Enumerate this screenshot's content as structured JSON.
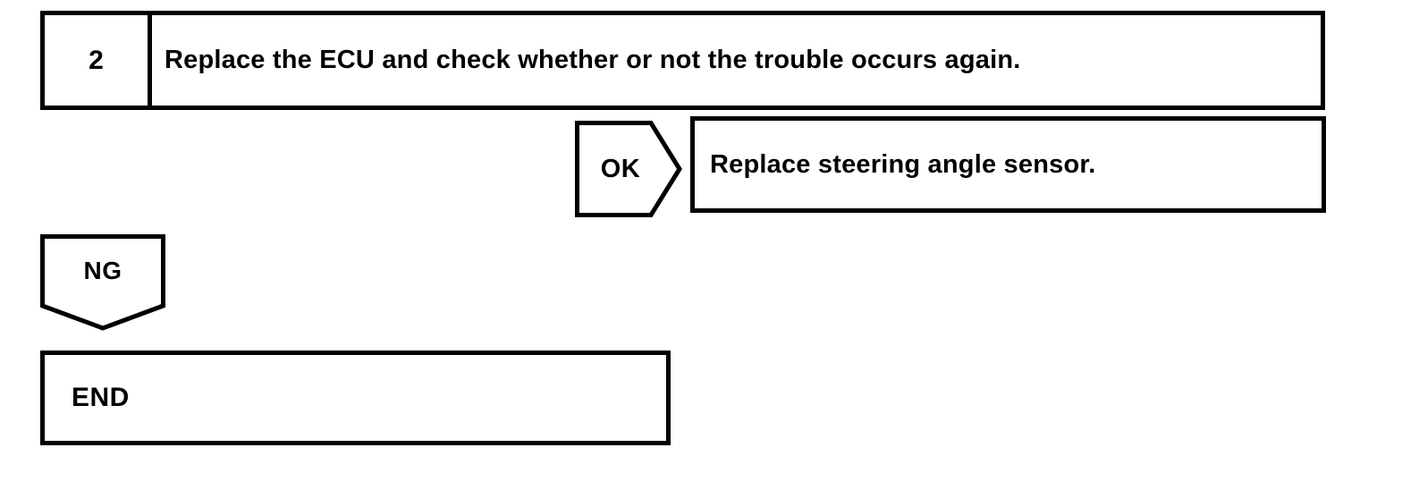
{
  "flowchart": {
    "step": {
      "number": "2",
      "instruction": "Replace the ECU and check whether or not the trouble occurs again."
    },
    "ok_branch": {
      "label": "OK",
      "action": "Replace steering angle sensor."
    },
    "ng_branch": {
      "label": "NG"
    },
    "end": {
      "label": "END"
    }
  },
  "colors": {
    "line": "#000000",
    "background": "#ffffff",
    "text": "#000000"
  }
}
